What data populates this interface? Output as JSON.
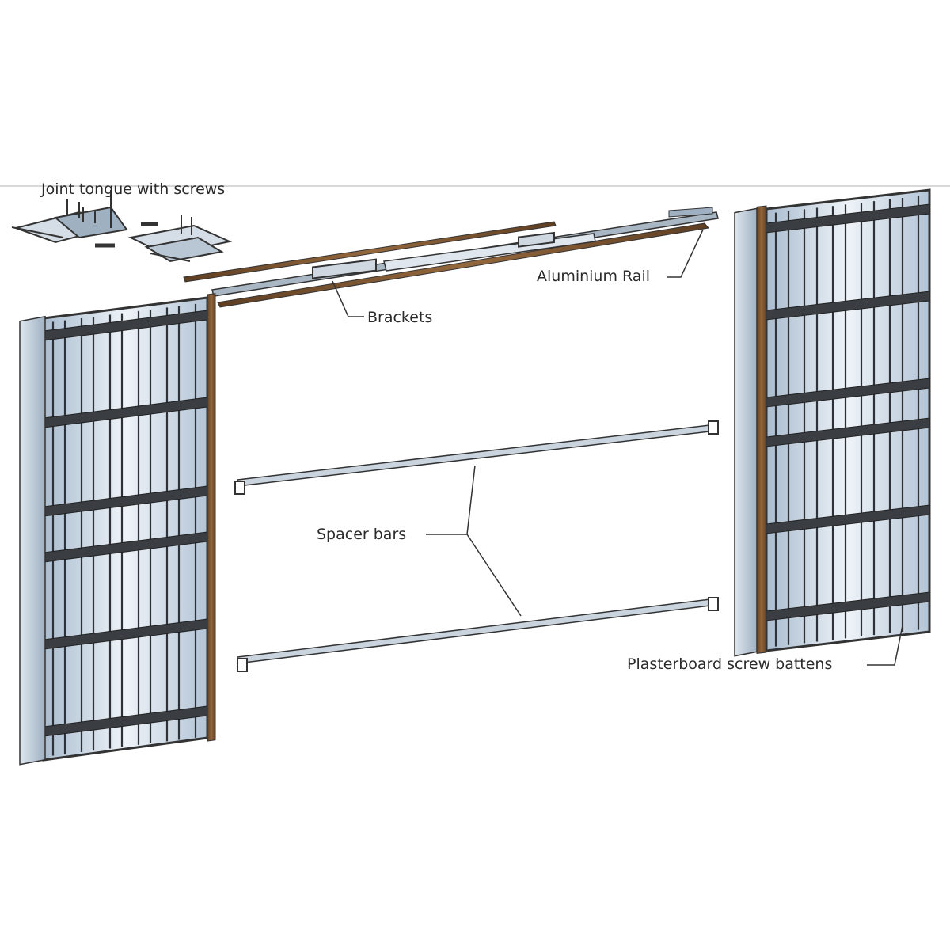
{
  "labels": {
    "joint_tongue": "Joint tongue with screws",
    "aluminium_rail": "Aluminium Rail",
    "brackets": "Brackets",
    "spacer_bars": "Spacer bars",
    "battens": "Plasterboard screw battens"
  },
  "colors": {
    "panel_fill": "#c9d6e3",
    "batten": "#3a3d42",
    "wood": "#7a5330",
    "aluminium": "#b8c4d0",
    "line": "#333333"
  }
}
